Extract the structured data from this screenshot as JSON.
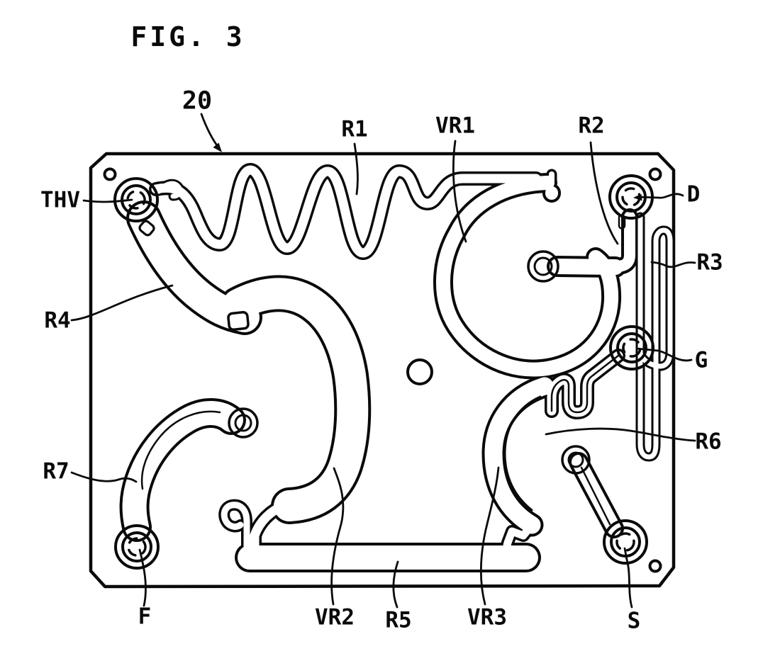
{
  "figure": {
    "title": "FIG. 3",
    "reference_number": "20",
    "labels": {
      "thv": "THV",
      "r1": "R1",
      "vr1": "VR1",
      "r2": "R2",
      "d": "D",
      "r3": "R3",
      "r4": "R4",
      "g": "G",
      "r6": "R6",
      "r7": "R7",
      "f": "F",
      "vr2": "VR2",
      "r5": "R5",
      "vr3": "VR3",
      "s": "S"
    },
    "colors": {
      "ink": "#0a0a0a",
      "background": "#ffffff"
    }
  }
}
